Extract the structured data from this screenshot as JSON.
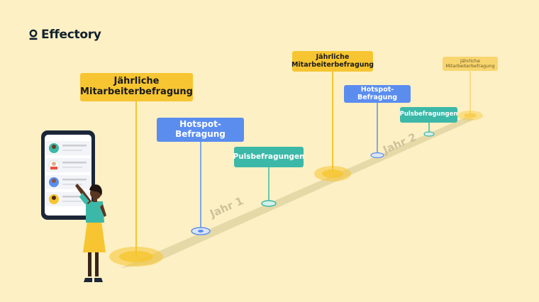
{
  "brand": {
    "name": "Effectory"
  },
  "labels": {
    "annual_1": "Jährliche Mitarbeiterbefragung",
    "hotspot_1": "Hotspot-Befragung",
    "pulse_1": "Pulsbefragungen",
    "annual_2": "Jährliche Mitarbeiterbefragung",
    "hotspot_2": "Hotspot-Befragung",
    "pulse_2": "Pulsbefragungen",
    "annual_3": "Jährliche Mitarbeiterbefragung"
  },
  "road": {
    "year_1": "Jahr 1",
    "year_2": "Jahr 2"
  },
  "colors": {
    "background": "#fdf0c4",
    "yellow": "#f6c531",
    "blue": "#5b8def",
    "teal": "#3cb8a8",
    "road": "#e6d9a8"
  }
}
